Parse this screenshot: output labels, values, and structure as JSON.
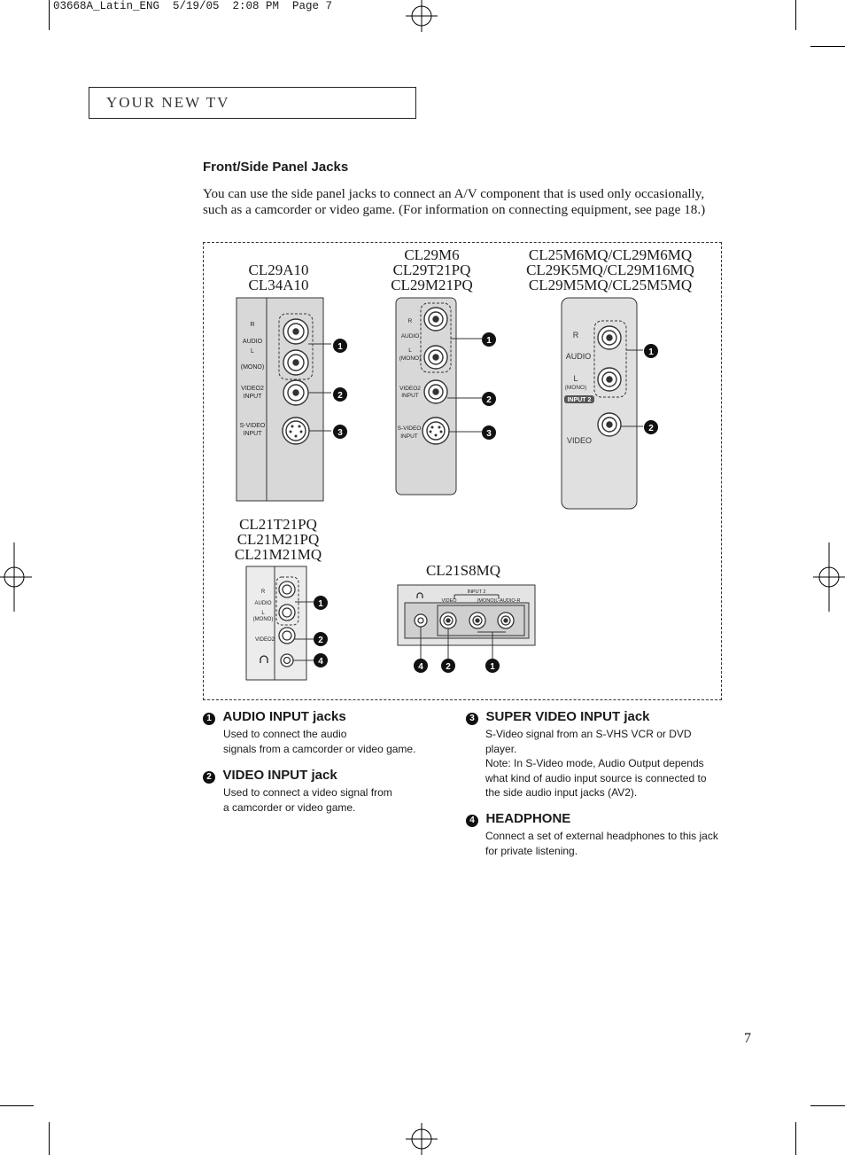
{
  "slug": "03668A_Latin_ENG  5/19/05  2:08 PM  Page 7",
  "section": "YOUR NEW TV",
  "heading": "Front/Side Panel Jacks",
  "intro": "You can use the side panel jacks to connect an A/V component that is used only occasionally, such as a camcorder or video game. (For information on connecting equipment, see page 18.)",
  "models": {
    "a": [
      "CL29A10",
      "CL34A10"
    ],
    "b": [
      "CL29M6",
      "CL29T21PQ",
      "CL29M21PQ"
    ],
    "c": [
      "CL25M6MQ/CL29M6MQ",
      "CL29K5MQ/CL29M16MQ",
      "CL29M5MQ/CL25M5MQ"
    ],
    "d": [
      "CL21T21PQ",
      "CL21M21PQ",
      "CL21M21MQ"
    ],
    "e": [
      "CL21S8MQ"
    ]
  },
  "panel_labels": {
    "r": "R",
    "audio": "AUDIO",
    "l": "L",
    "mono": "(MONO)",
    "video2": "VIDEO2",
    "input": "INPUT",
    "svideo": "S-VIDEO",
    "video": "VIDEO",
    "input2": "INPUT 2",
    "mono_audio_r": "(MONO)L-AUDIO-R"
  },
  "callouts": [
    "1",
    "2",
    "3",
    "4"
  ],
  "descriptions": [
    {
      "num": "1",
      "title": "AUDIO INPUT jacks",
      "body": [
        "Used to connect the audio",
        "signals from a camcorder or video game."
      ]
    },
    {
      "num": "2",
      "title": "VIDEO INPUT jack",
      "body": [
        "Used to connect a video signal from",
        "a camcorder or video game."
      ]
    },
    {
      "num": "3",
      "title": "SUPER VIDEO INPUT jack",
      "body": [
        "S-Video signal from an S-VHS VCR or DVD",
        "player.",
        "Note: In S-Video mode, Audio Output depends",
        "what kind of audio input source is connected to",
        "the side audio input jacks (AV2)."
      ]
    },
    {
      "num": "4",
      "title": "HEADPHONE",
      "body": [
        "Connect a set of external headphones to this jack",
        "for private listening."
      ]
    }
  ],
  "page_number": "7"
}
